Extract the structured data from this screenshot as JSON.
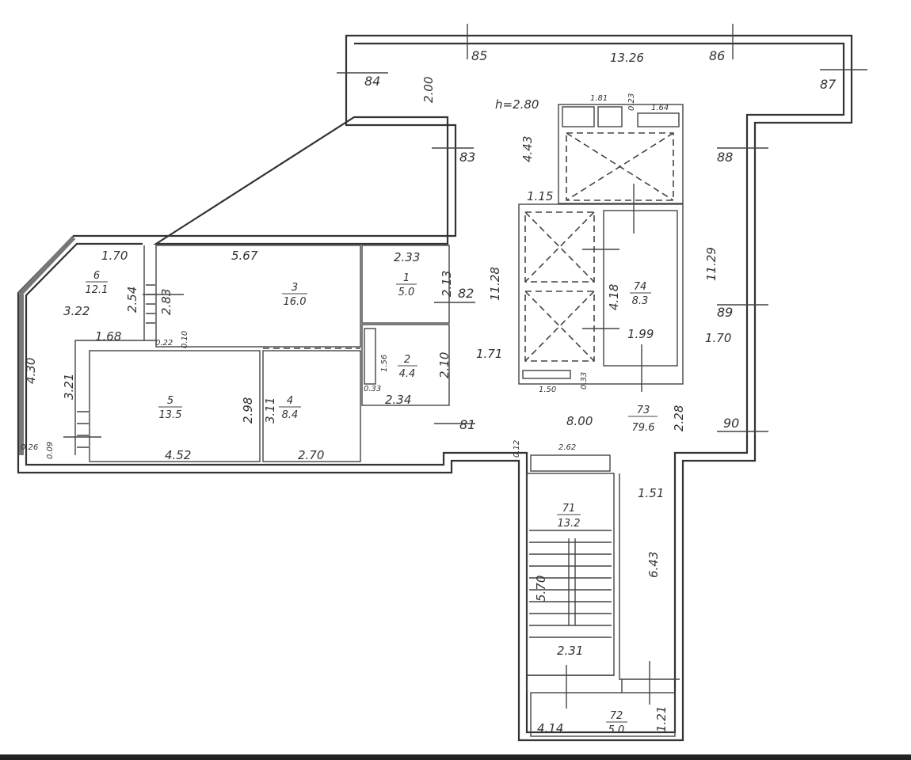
{
  "plan": {
    "height_label": "h=2.80",
    "axes": [
      "84",
      "85",
      "86",
      "87",
      "83",
      "88",
      "82",
      "89",
      "81",
      "90"
    ],
    "dimensions": [
      "13.26",
      "2.00",
      "4.43",
      "1.81",
      "0.23",
      "1.64",
      "1.15",
      "11.28",
      "11.29",
      "4.18",
      "1.99",
      "1.71",
      "1.70",
      "8.00",
      "2.28",
      "0.33",
      "1.50",
      "0.12",
      "2.62",
      "1.51",
      "6.43",
      "5.70",
      "2.31",
      "1.21",
      "4.14",
      "1.70",
      "5.67",
      "2.33",
      "2.13",
      "2.54",
      "2.83",
      "3.22",
      "1.68",
      "0.22",
      "0.10",
      "4.30",
      "3.21",
      "0.26",
      "0.09",
      "2.98",
      "3.11",
      "4.52",
      "2.70",
      "1.56",
      "2.10",
      "0.33",
      "2.34"
    ],
    "rooms": [
      {
        "number": "6",
        "area": "12.1"
      },
      {
        "number": "3",
        "area": "16.0"
      },
      {
        "number": "1",
        "area": "5.0"
      },
      {
        "number": "2",
        "area": "4.4"
      },
      {
        "number": "5",
        "area": "13.5"
      },
      {
        "number": "4",
        "area": "8.4"
      },
      {
        "number": "74",
        "area": "8.3"
      },
      {
        "number": "73",
        "area": "79.6"
      },
      {
        "number": "71",
        "area": "13.2"
      },
      {
        "number": "72",
        "area": "5.0"
      }
    ]
  }
}
